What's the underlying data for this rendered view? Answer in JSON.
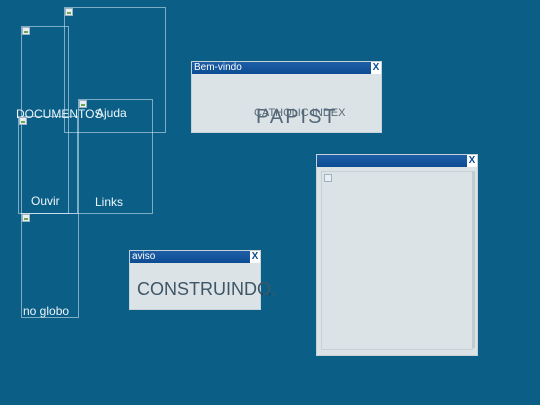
{
  "desktop_icons": [
    {
      "label": "DOCUMENTOS"
    },
    {
      "label": "Ajuda"
    },
    {
      "label": "Ouvir"
    },
    {
      "label": "Links"
    },
    {
      "label": "no globo"
    }
  ],
  "windows": {
    "welcome": {
      "title": "Bem-vindo",
      "close": "X",
      "overlay_text": "CATHOLIC INDEX",
      "main_text": "PAPIST"
    },
    "aviso": {
      "title": "aviso",
      "close": "X",
      "text": "CONSTRUINDO.",
      "dots": ". ."
    },
    "image_window": {
      "title": "",
      "close": "X"
    }
  }
}
